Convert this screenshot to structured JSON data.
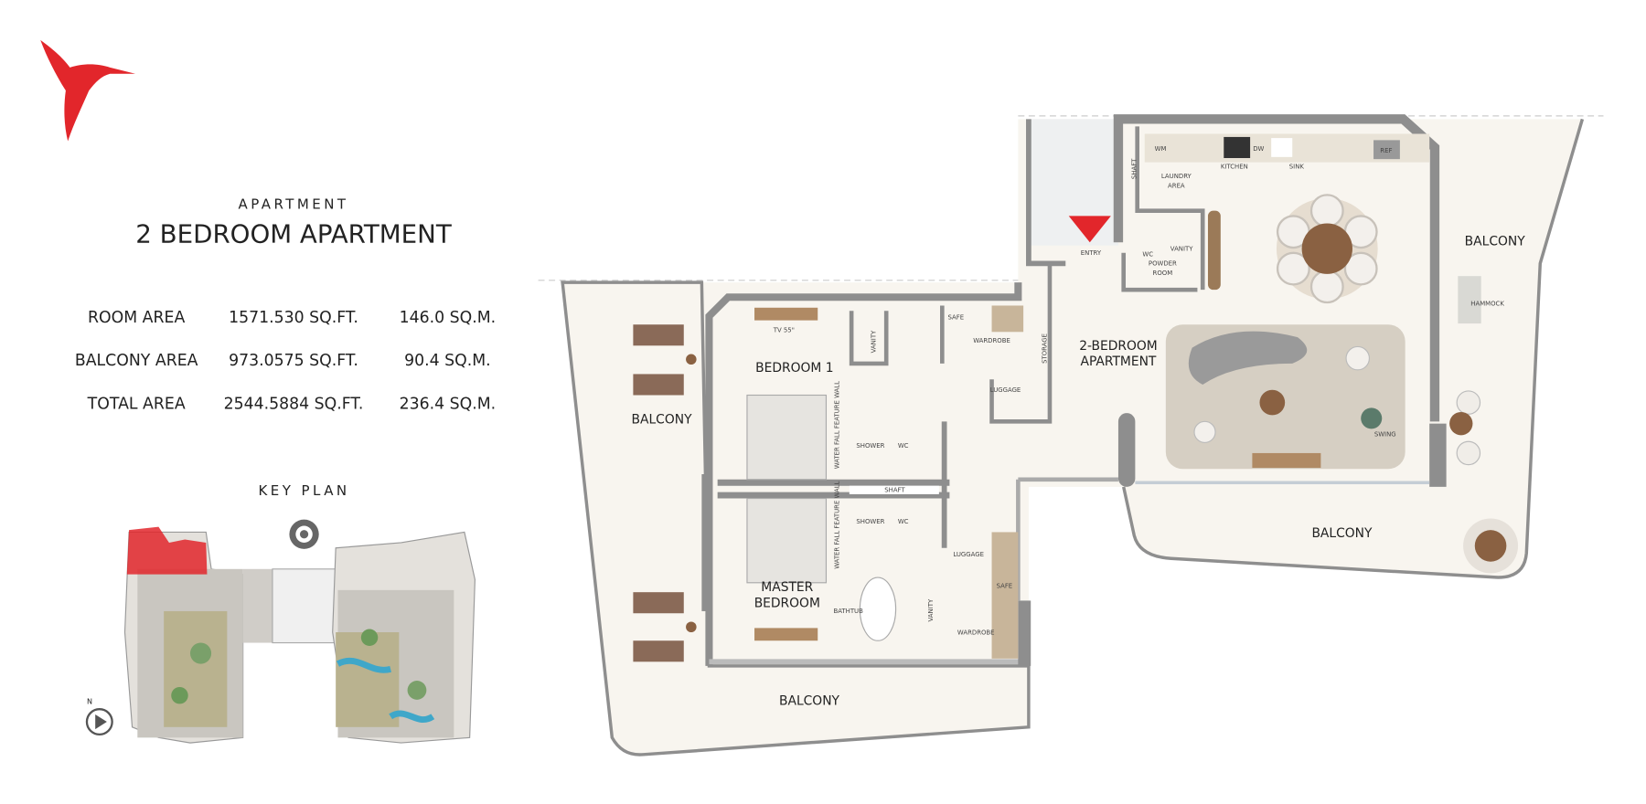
{
  "header": {
    "category": "APARTMENT",
    "title": "2 BEDROOM APARTMENT"
  },
  "areas": [
    {
      "label": "ROOM AREA",
      "sqft": "1571.530 SQ.FT.",
      "sqm": "146.0 SQ.M."
    },
    {
      "label": "BALCONY AREA",
      "sqft": "973.0575 SQ.FT.",
      "sqm": "90.4 SQ.M."
    },
    {
      "label": "TOTAL AREA",
      "sqft": "2544.5884 SQ.FT.",
      "sqm": "236.4 SQ.M."
    }
  ],
  "key_plan": {
    "title": "KEY PLAN",
    "north": "N"
  },
  "plan": {
    "balcony_right": "BALCONY",
    "hammock": "HAMMOCK",
    "balcony_bottom_right": "BALCONY",
    "balcony_bottom": "BALCONY",
    "balcony_left": "BALCONY",
    "bedroom1": "BEDROOM 1",
    "master1": "MASTER",
    "master2": "BEDROOM",
    "apt1": "2-BEDROOM",
    "apt2": "APARTMENT",
    "entry": "ENTRY",
    "powder_wc": "WC",
    "powder_vanity": "VANITY",
    "powder1": "POWDER",
    "powder2": "ROOM",
    "laundry1": "LAUNDRY",
    "laundry2": "AREA",
    "shaft_top": "SHAFT",
    "wm": "WM",
    "kitchen": "KITCHEN",
    "dw": "DW",
    "sink": "SINK",
    "ref": "REF",
    "tv": "TV 55\"",
    "vanity1": "VANITY",
    "safe1": "SAFE",
    "wardrobe1": "WARDROBE",
    "storage": "STORAGE",
    "luggage1": "LUGGAGE",
    "feature_wall": "WATER FALL FEATURE WALL",
    "shower": "SHOWER",
    "wc": "WC",
    "shaft_mid": "SHAFT",
    "luggage2": "LUGGAGE",
    "safe2": "SAFE",
    "bathtub": "BATHTUB",
    "vanity2": "VANITY",
    "wardrobe2": "WARDROBE",
    "swing": "SWING"
  },
  "colors": {
    "accent": "#e2262b",
    "wall": "#8e8e8e",
    "floor": "#f8f5ef",
    "wood": "#8a6142"
  }
}
